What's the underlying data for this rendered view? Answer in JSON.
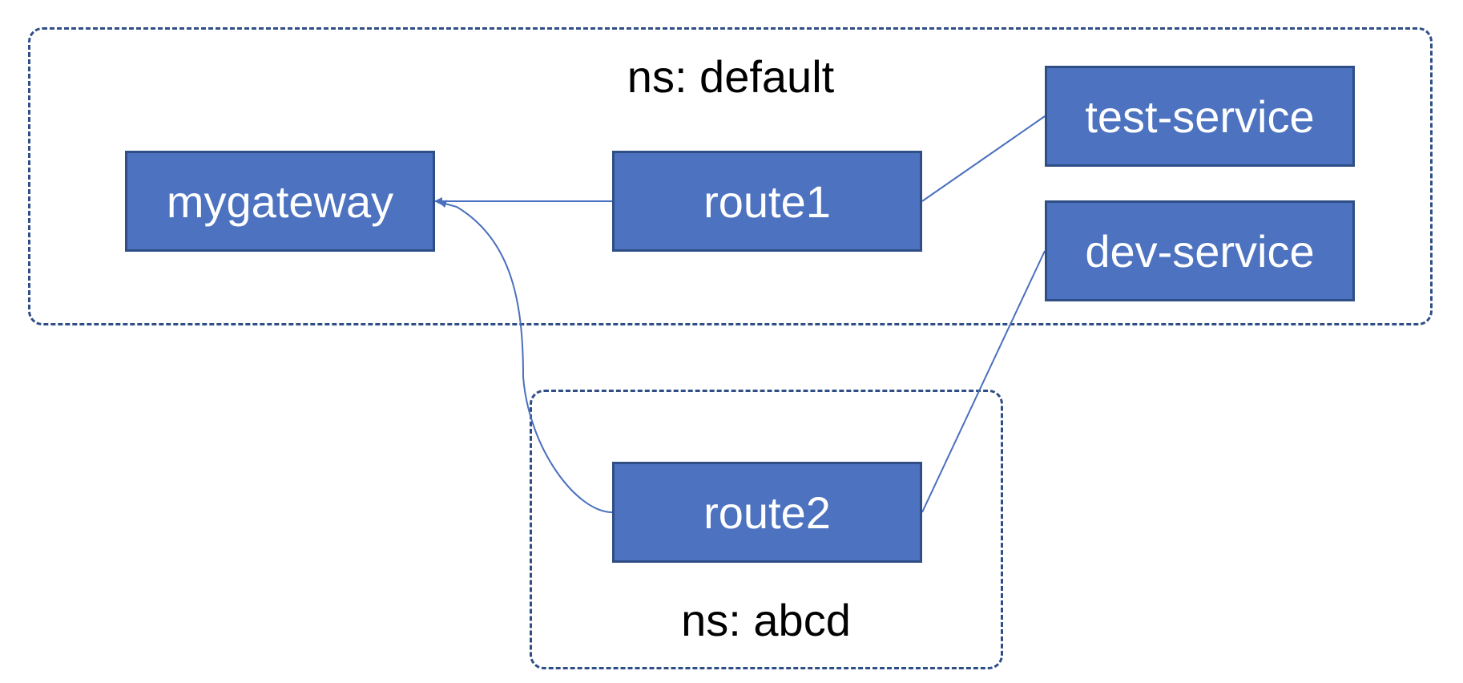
{
  "namespaces": {
    "default": {
      "label": "ns: default"
    },
    "abcd": {
      "label": "ns: abcd"
    }
  },
  "nodes": {
    "mygateway": {
      "label": "mygateway"
    },
    "route1": {
      "label": "route1"
    },
    "route2": {
      "label": "route2"
    },
    "test_service": {
      "label": "test-service"
    },
    "dev_service": {
      "label": "dev-service"
    }
  },
  "edges": [
    {
      "from": "route1",
      "to": "mygateway",
      "arrow": true
    },
    {
      "from": "route2",
      "to": "mygateway",
      "arrow": true
    },
    {
      "from": "route1",
      "to": "test-service",
      "arrow": false
    },
    {
      "from": "route2",
      "to": "dev-service",
      "arrow": false
    }
  ],
  "colors": {
    "node_fill": "#4C72C0",
    "node_border": "#2F4E86",
    "edge": "#4A6FBE",
    "namespace_border": "#2F4E86",
    "node_text": "#FFFFFF",
    "label_text": "#000000"
  }
}
